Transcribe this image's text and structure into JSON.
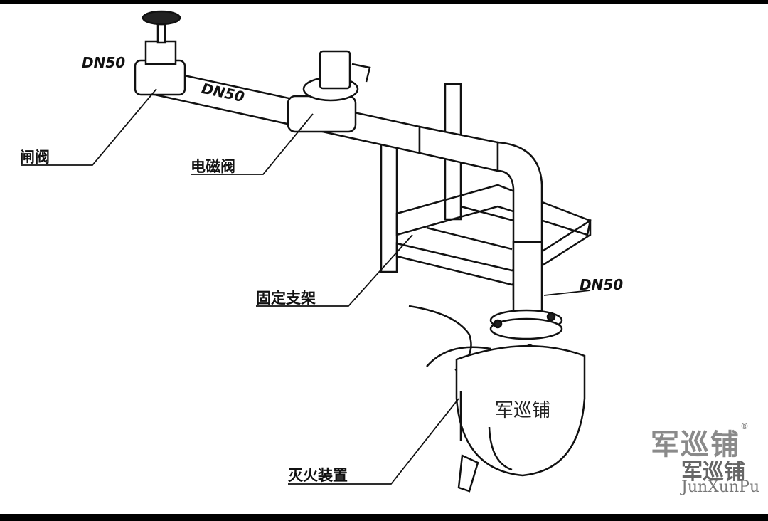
{
  "labels": {
    "dn50_valve": "DN50",
    "dn50_pipe": "DN50",
    "dn50_vertical": "DN50",
    "gate_valve": "闸阀",
    "solenoid_valve": "电磁阀",
    "fixed_bracket": "固定支架",
    "extinguisher": "灭火装置",
    "tank_text": "军巡铺"
  },
  "watermark": {
    "cn": "军巡铺",
    "cn2": "军巡铺",
    "registered": "®",
    "en": "JunXunPu"
  }
}
